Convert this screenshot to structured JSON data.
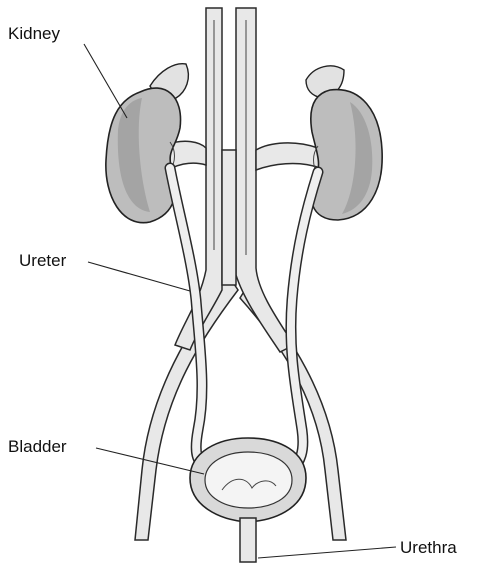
{
  "labels": {
    "kidney": "Kidney",
    "ureter": "Ureter",
    "bladder": "Bladder",
    "urethra": "Urethra"
  },
  "colors": {
    "ink": "#222222",
    "kidney_fill": "#bdbdbd",
    "vessel_fill": "#e8e8e8",
    "background": "#ffffff"
  }
}
